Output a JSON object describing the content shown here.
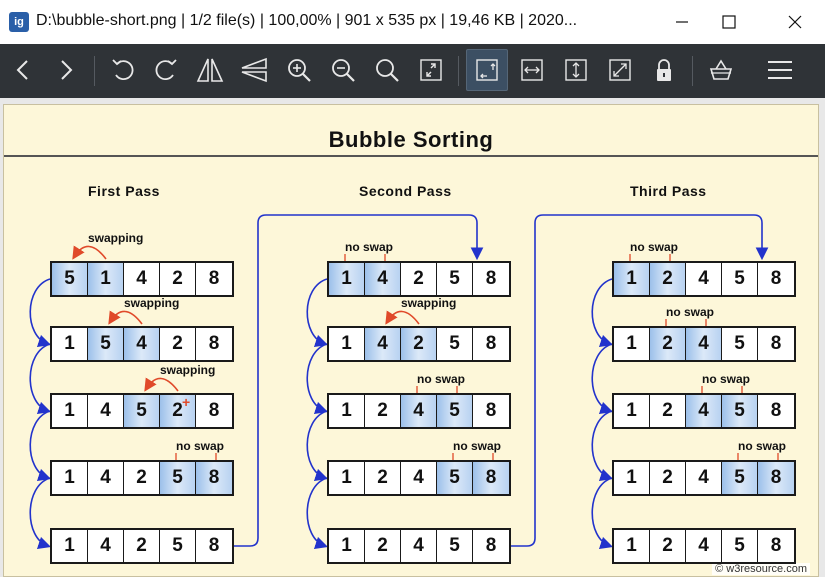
{
  "window": {
    "title": "D:\\bubble-short.png  |  1/2 file(s)  |  100,00%  |  901 x 535 px  |  19,46 KB  |  2020...",
    "app_icon_text": "ig"
  },
  "toolbar": {
    "buttons": [
      "prev-icon",
      "next-icon",
      "rotate-left-icon",
      "rotate-right-icon",
      "flip-horizontal-icon",
      "flip-vertical-icon",
      "zoom-in-icon",
      "zoom-out-icon",
      "zoom-search-icon",
      "fit-window-icon",
      "actual-size-icon",
      "fit-width-icon",
      "fit-height-icon",
      "fullscreen-icon",
      "lock-zoom-icon",
      "slideshow-icon",
      "menu-icon"
    ]
  },
  "diagram": {
    "title": "Bubble  Sorting",
    "passes": [
      {
        "label": "First  Pass",
        "rows": [
          {
            "values": [
              "5",
              "1",
              "4",
              "2",
              "8"
            ],
            "highlight": [
              0,
              1
            ],
            "note": "swapping"
          },
          {
            "values": [
              "1",
              "5",
              "4",
              "2",
              "8"
            ],
            "highlight": [
              1,
              2
            ],
            "note": "swapping"
          },
          {
            "values": [
              "1",
              "4",
              "5",
              "2",
              "8"
            ],
            "highlight": [
              2,
              3
            ],
            "note": "swapping"
          },
          {
            "values": [
              "1",
              "4",
              "2",
              "5",
              "8"
            ],
            "highlight": [
              3,
              4
            ],
            "note": "no swap"
          },
          {
            "values": [
              "1",
              "4",
              "2",
              "5",
              "8"
            ],
            "highlight": [],
            "note": ""
          }
        ]
      },
      {
        "label": "Second  Pass",
        "rows": [
          {
            "values": [
              "1",
              "4",
              "2",
              "5",
              "8"
            ],
            "highlight": [
              0,
              1
            ],
            "note": "no swap"
          },
          {
            "values": [
              "1",
              "4",
              "2",
              "5",
              "8"
            ],
            "highlight": [
              1,
              2
            ],
            "note": "swapping"
          },
          {
            "values": [
              "1",
              "2",
              "4",
              "5",
              "8"
            ],
            "highlight": [
              2,
              3
            ],
            "note": "no swap"
          },
          {
            "values": [
              "1",
              "2",
              "4",
              "5",
              "8"
            ],
            "highlight": [
              3,
              4
            ],
            "note": "no swap"
          },
          {
            "values": [
              "1",
              "2",
              "4",
              "5",
              "8"
            ],
            "highlight": [],
            "note": ""
          }
        ]
      },
      {
        "label": "Third  Pass",
        "rows": [
          {
            "values": [
              "1",
              "2",
              "4",
              "5",
              "8"
            ],
            "highlight": [
              0,
              1
            ],
            "note": "no swap"
          },
          {
            "values": [
              "1",
              "2",
              "4",
              "5",
              "8"
            ],
            "highlight": [
              1,
              2
            ],
            "note": "no swap"
          },
          {
            "values": [
              "1",
              "2",
              "4",
              "5",
              "8"
            ],
            "highlight": [
              2,
              3
            ],
            "note": "no swap"
          },
          {
            "values": [
              "1",
              "2",
              "4",
              "5",
              "8"
            ],
            "highlight": [
              3,
              4
            ],
            "note": "no swap"
          },
          {
            "values": [
              "1",
              "2",
              "4",
              "5",
              "8"
            ],
            "highlight": [],
            "note": ""
          }
        ]
      }
    ],
    "watermark": "© w3resource.com"
  },
  "colors": {
    "toolbar_bg": "#2f3337",
    "canvas_bg": "#fdf7d9",
    "arrow_blue": "#2233cc",
    "swap_arrow_red": "#e04a2a",
    "cell_highlight": "#b8d2f1"
  }
}
